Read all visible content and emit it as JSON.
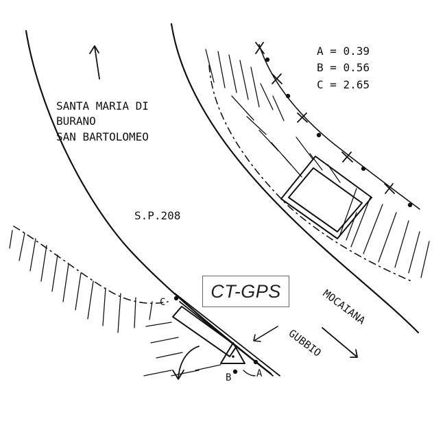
{
  "labels": {
    "destination_line1": "SANTA MARIA DI",
    "destination_line2": "BURANO",
    "destination_line3": "SAN BARTOLOMEO",
    "road": "S.P.208",
    "street_right": "MOCAIANA",
    "street_lower": "GUBBIO"
  },
  "measures": [
    {
      "key": "A",
      "text": "A = 0.39"
    },
    {
      "key": "B",
      "text": "B = 0.56"
    },
    {
      "key": "C",
      "text": "C = 2.65"
    }
  ],
  "station": {
    "label": "CT-GPS"
  },
  "point_markers": {
    "a": "A",
    "b": "B",
    "c": "C"
  },
  "colors": {
    "ink": "#111111",
    "background": "#ffffff",
    "box_border": "#666666"
  }
}
